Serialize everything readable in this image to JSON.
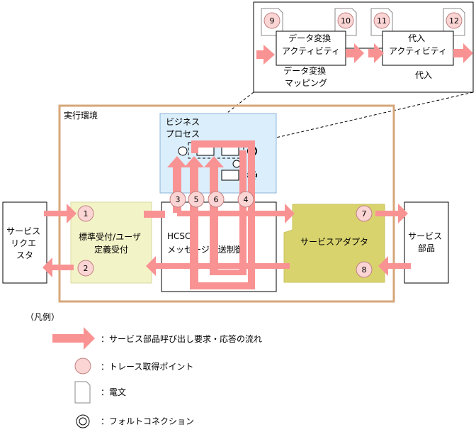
{
  "colors": {
    "environment_border": "#d6a77a",
    "business_process_fill": "#dbeefb",
    "business_process_stroke": "#8cb4d8",
    "standard_receiver_fill": "#f3f3c8",
    "service_adapter_fill": "#d9d36e",
    "arrow": "#f99393",
    "trace_point_fill": "#fbd4d4"
  },
  "top_detail": {
    "data_transform_activity": "データ変換\nアクティビティ",
    "data_transform_mapping": "データ変換\nマッピング",
    "assign_activity": "代入\nアクティビティ",
    "assign": "代入"
  },
  "environment": {
    "label": "実行環境",
    "business_process": "ビジネス\nプロセス",
    "standard_receiver": "標準受付/ユーザ\n定義受付",
    "hcsc_controller": "HCSC\nメッセージ配送制御",
    "service_adapter": "サービスアダプタ"
  },
  "service_requester": "サービス\nリクエ\nスタ",
  "service_component": "サービス\n部品",
  "trace_points": [
    "1",
    "2",
    "3",
    "4",
    "5",
    "6",
    "7",
    "8",
    "9",
    "10",
    "11",
    "12"
  ],
  "legend": {
    "title": "（凡例）",
    "arrow_desc": "：サービス部品呼び出し要求・応答の流れ",
    "trace_desc": "：トレース取得ポイント",
    "message_desc": "：電文",
    "fault_desc": "：フォルトコネクション"
  }
}
